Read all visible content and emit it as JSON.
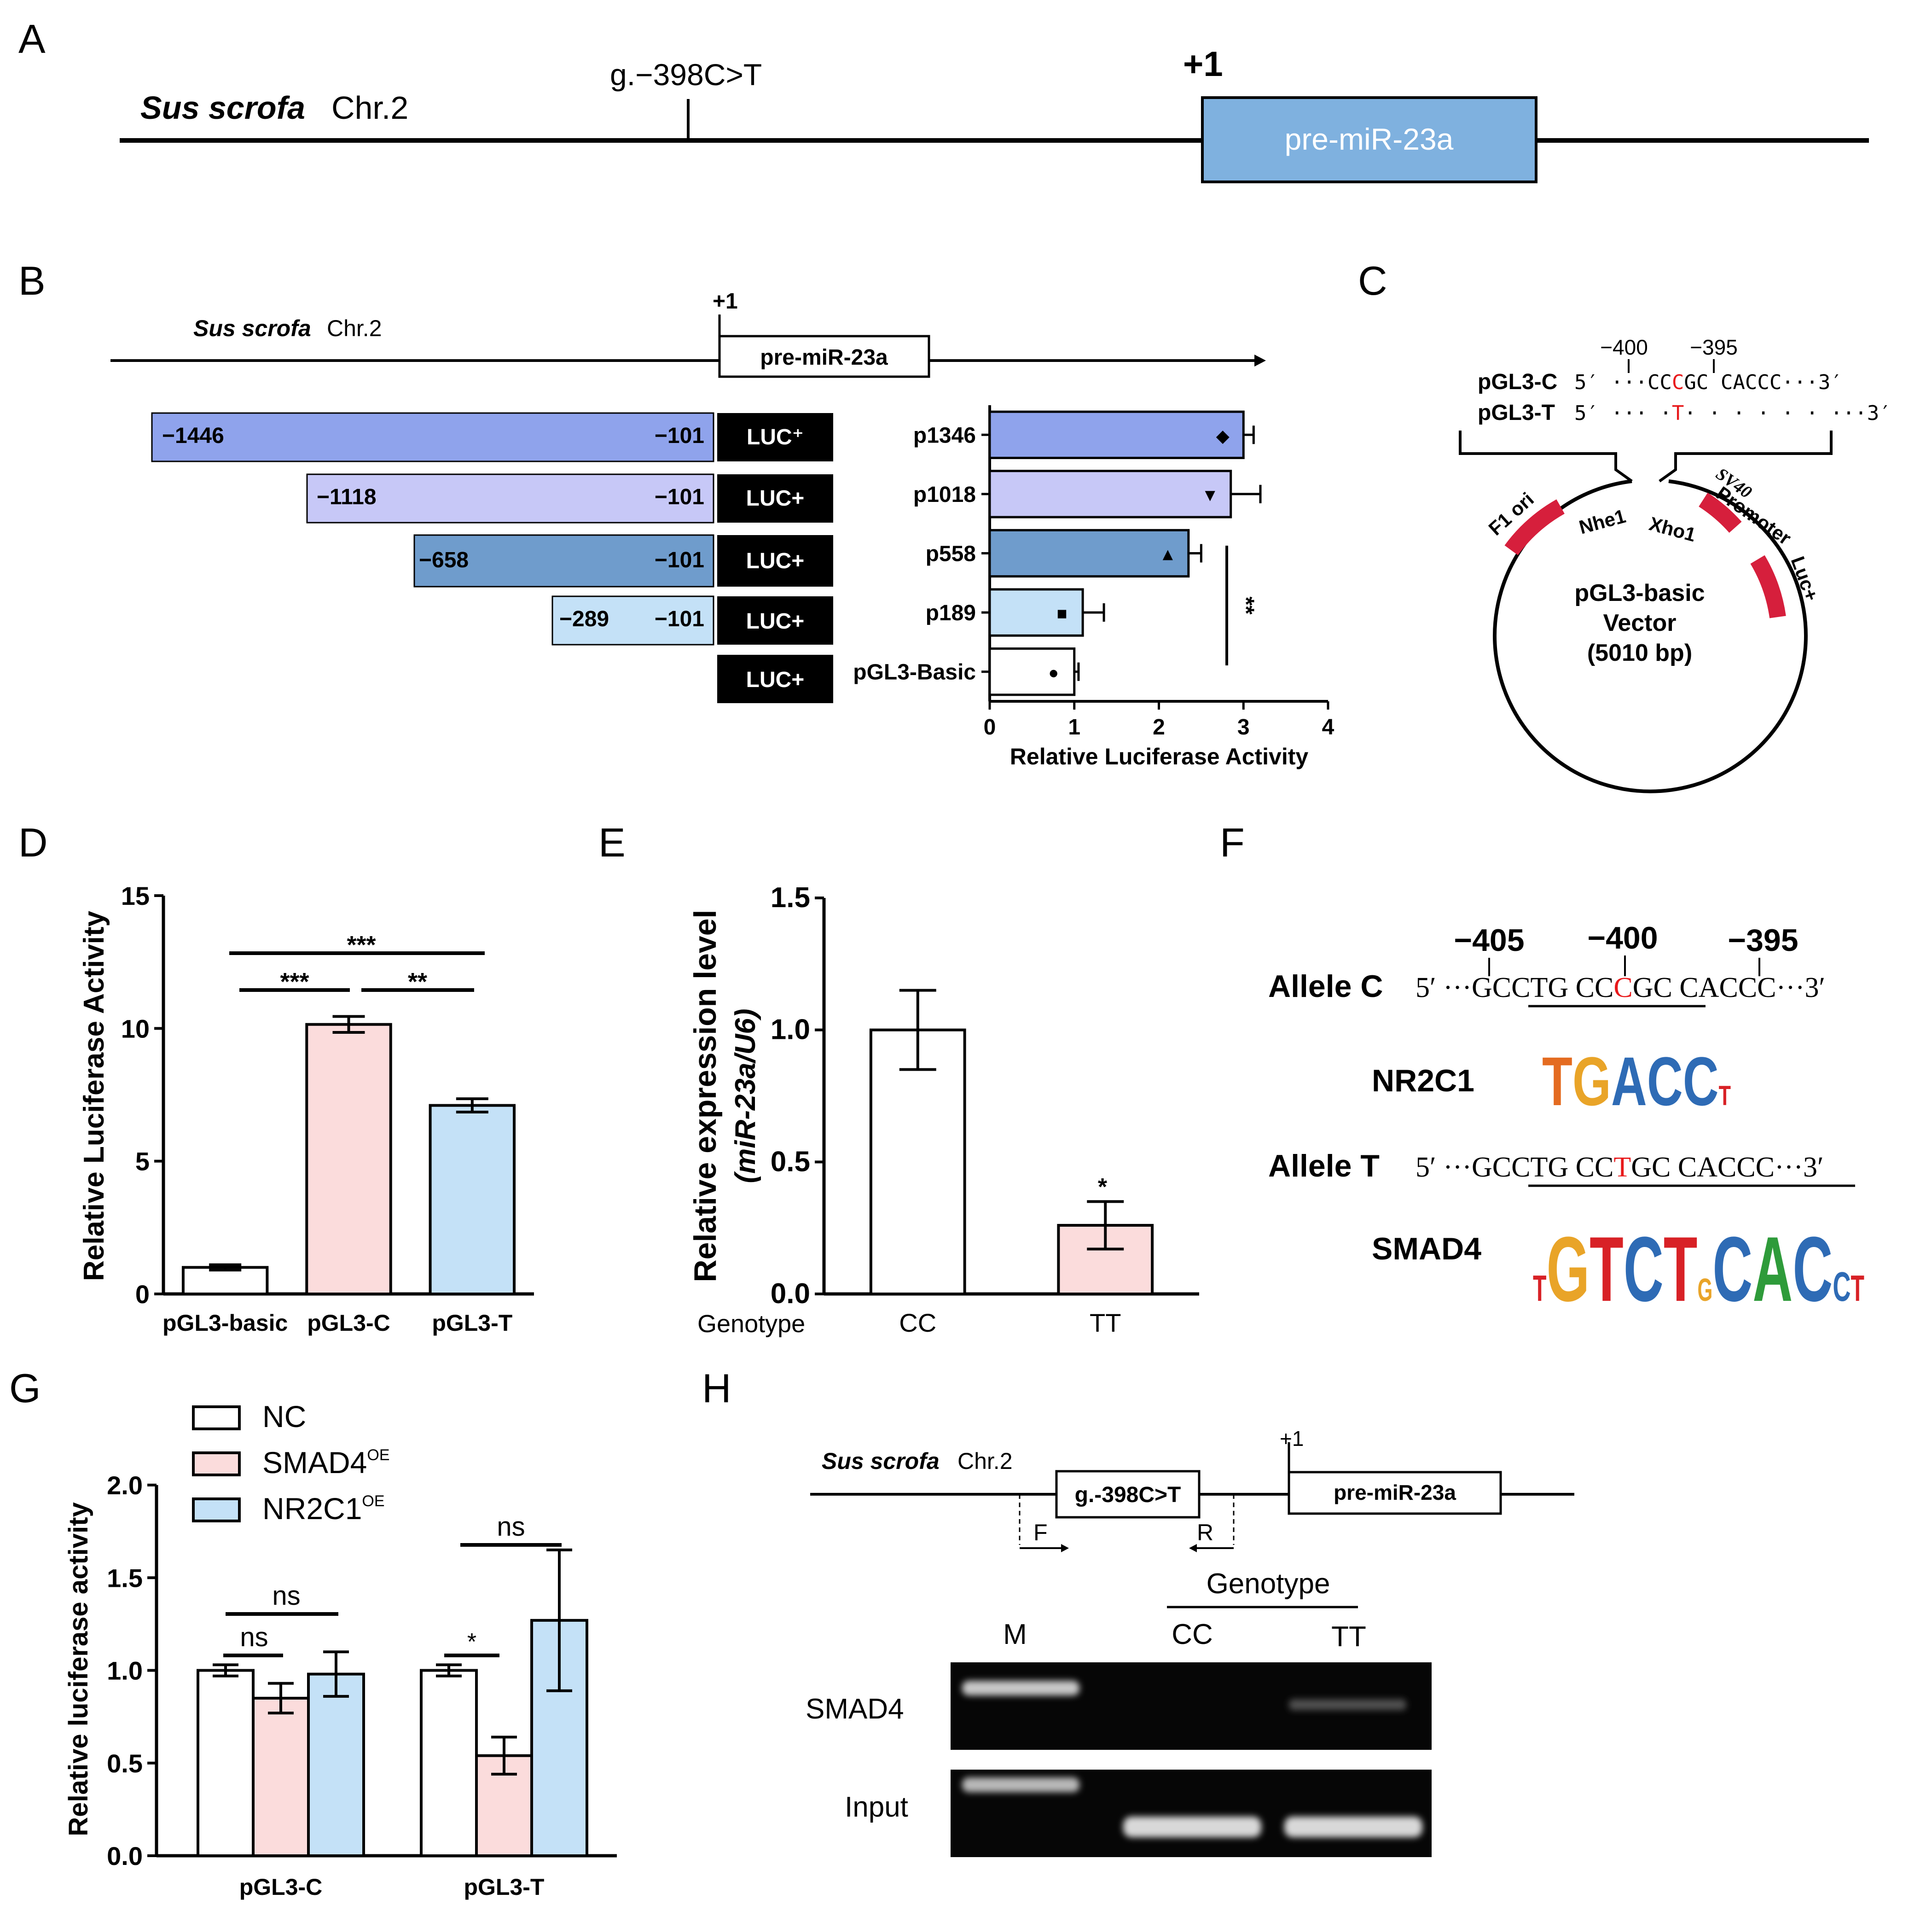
{
  "panels": {
    "A": {
      "letter": "A",
      "species": "Sus scrofa",
      "chr": "Chr.2",
      "snp": "g.−398C>T",
      "tss": "+1",
      "gene": "pre-miR-23a"
    },
    "B": {
      "letter": "B",
      "species": "Sus scrofa",
      "chr": "Chr.2",
      "tss": "+1",
      "gene": "pre-miR-23a",
      "constructs": [
        {
          "start": "−1446",
          "end": "−101",
          "luc": "LUC⁺",
          "color": "#8fa3ec"
        },
        {
          "start": "−1118",
          "end": "−101",
          "luc": "LUC+",
          "color": "#c7c8f7"
        },
        {
          "start": "−658",
          "end": "−101",
          "luc": "LUC+",
          "color": "#6f9ccc"
        },
        {
          "start": "−289",
          "end": "−101",
          "luc": "LUC+",
          "color": "#c4e1f7"
        },
        {
          "start": "",
          "end": "",
          "luc": "LUC+",
          "color": "#ffffff"
        }
      ],
      "significance": "**"
    },
    "C": {
      "letter": "C",
      "pos1": "−400",
      "pos2": "−395",
      "c_label": "pGL3-C",
      "c_seq_a": "5′ ···CC",
      "c_seq_snp": "C",
      "c_seq_b": "GC CACCC···3′",
      "t_label": "pGL3-T",
      "t_seq_a": "5′ ··· ·",
      "t_seq_snp": "T",
      "t_seq_b": "· ·  · · · · ···3′",
      "f1ori": "F1 ori",
      "nhe1": "Nhe1",
      "xho1": "Xho1",
      "sv40": "SV40",
      "promoter": "Promoter",
      "luc": "Luc+",
      "vector1": "pGL3-basic",
      "vector2": "Vector",
      "vector3": "(5010 bp)"
    },
    "D": {
      "letter": "D",
      "sig_outer": "***",
      "sig_left": "***",
      "sig_right": "**"
    },
    "E": {
      "letter": "E",
      "genotype_label": "Genotype",
      "sig": "*"
    },
    "F": {
      "letter": "F",
      "pos1": "−405",
      "pos2": "−400",
      "pos3": "−395",
      "allele_c": "Allele C",
      "seq_c_a": "5′ ···GCCTG  CC",
      "seq_c_snp": "C",
      "seq_c_b": "GC  CACCC···3′",
      "motif1": "NR2C1",
      "logo1": "TGACCT",
      "allele_t": "Allele T",
      "seq_t_a": "5′ ···GCCTG  CC",
      "seq_t_snp": "T",
      "seq_t_b": "GC  CACCC···3′",
      "motif2": "SMAD4",
      "logo2": "TGTCTGCACCT"
    },
    "G": {
      "letter": "G",
      "sig_c_outer": "ns",
      "sig_c_inner": "ns",
      "sig_t_outer": "ns",
      "sig_t_inner": "*"
    },
    "H": {
      "letter": "H",
      "species": "Sus scrofa",
      "chr": "Chr.2",
      "snp": "g.-398C>T",
      "tss": "+1",
      "gene": "pre-miR-23a",
      "primer_f": "F",
      "primer_r": "R",
      "genotype": "Genotype",
      "lane_m": "M",
      "lane_cc": "CC",
      "lane_tt": "TT",
      "row1": "SMAD4",
      "row2": "Input"
    }
  },
  "chart_data": [
    {
      "panel": "B",
      "type": "bar",
      "orientation": "horizontal",
      "categories": [
        "p1346",
        "p1018",
        "p558",
        "p189",
        "pGL3-Basic"
      ],
      "values": [
        3.0,
        2.85,
        2.35,
        1.1,
        1.0
      ],
      "errors": [
        0.12,
        0.35,
        0.15,
        0.25,
        0.05
      ],
      "colors": [
        "#8fa3ec",
        "#c7c8f7",
        "#6f9ccc",
        "#c4e1f7",
        "#ffffff"
      ],
      "markers": [
        "◆",
        "▼",
        "▲",
        "■",
        "●"
      ],
      "xlabel": "Relative Luciferase Activity",
      "xlim": [
        0,
        4
      ],
      "ticks": [
        "0",
        "1",
        "2",
        "3",
        "4"
      ]
    },
    {
      "panel": "D",
      "type": "bar",
      "categories": [
        "pGL3-basic",
        "pGL3-C",
        "pGL3-T"
      ],
      "values": [
        1.0,
        10.15,
        7.1
      ],
      "errors": [
        0.1,
        0.3,
        0.25
      ],
      "colors": [
        "#ffffff",
        "#fbdcdc",
        "#c4e1f7"
      ],
      "ylabel": "Relative Luciferase Activity",
      "ylim": [
        0,
        15
      ],
      "ticks": [
        "0",
        "5",
        "10",
        "15"
      ]
    },
    {
      "panel": "E",
      "type": "bar",
      "categories": [
        "CC",
        "TT"
      ],
      "values": [
        1.0,
        0.26
      ],
      "errors": [
        0.15,
        0.09
      ],
      "colors": [
        "#ffffff",
        "#fbdcdc"
      ],
      "ylabel": "Relative expression level",
      "ylabel2": "(miR-23a/U6)",
      "ylim": [
        0,
        1.5
      ],
      "ticks": [
        "0.0",
        "0.5",
        "1.0",
        "1.5"
      ]
    },
    {
      "panel": "G",
      "type": "bar",
      "categories": [
        "pGL3-C",
        "pGL3-T"
      ],
      "series": [
        {
          "name": "NC",
          "sup": "",
          "color": "#ffffff",
          "values": [
            1.0,
            1.0
          ],
          "errors": [
            0.03,
            0.03
          ]
        },
        {
          "name": "SMAD4",
          "sup": "OE",
          "color": "#fbdcdc",
          "values": [
            0.85,
            0.54
          ],
          "errors": [
            0.08,
            0.1
          ]
        },
        {
          "name": "NR2C1",
          "sup": "OE",
          "color": "#c4e1f7",
          "values": [
            0.98,
            1.27
          ],
          "errors": [
            0.12,
            0.38
          ]
        }
      ],
      "ylabel": "Relative luciferase activity",
      "ylim": [
        0,
        2.0
      ],
      "ticks": [
        "0.0",
        "0.5",
        "1.0",
        "1.5",
        "2.0"
      ]
    }
  ]
}
